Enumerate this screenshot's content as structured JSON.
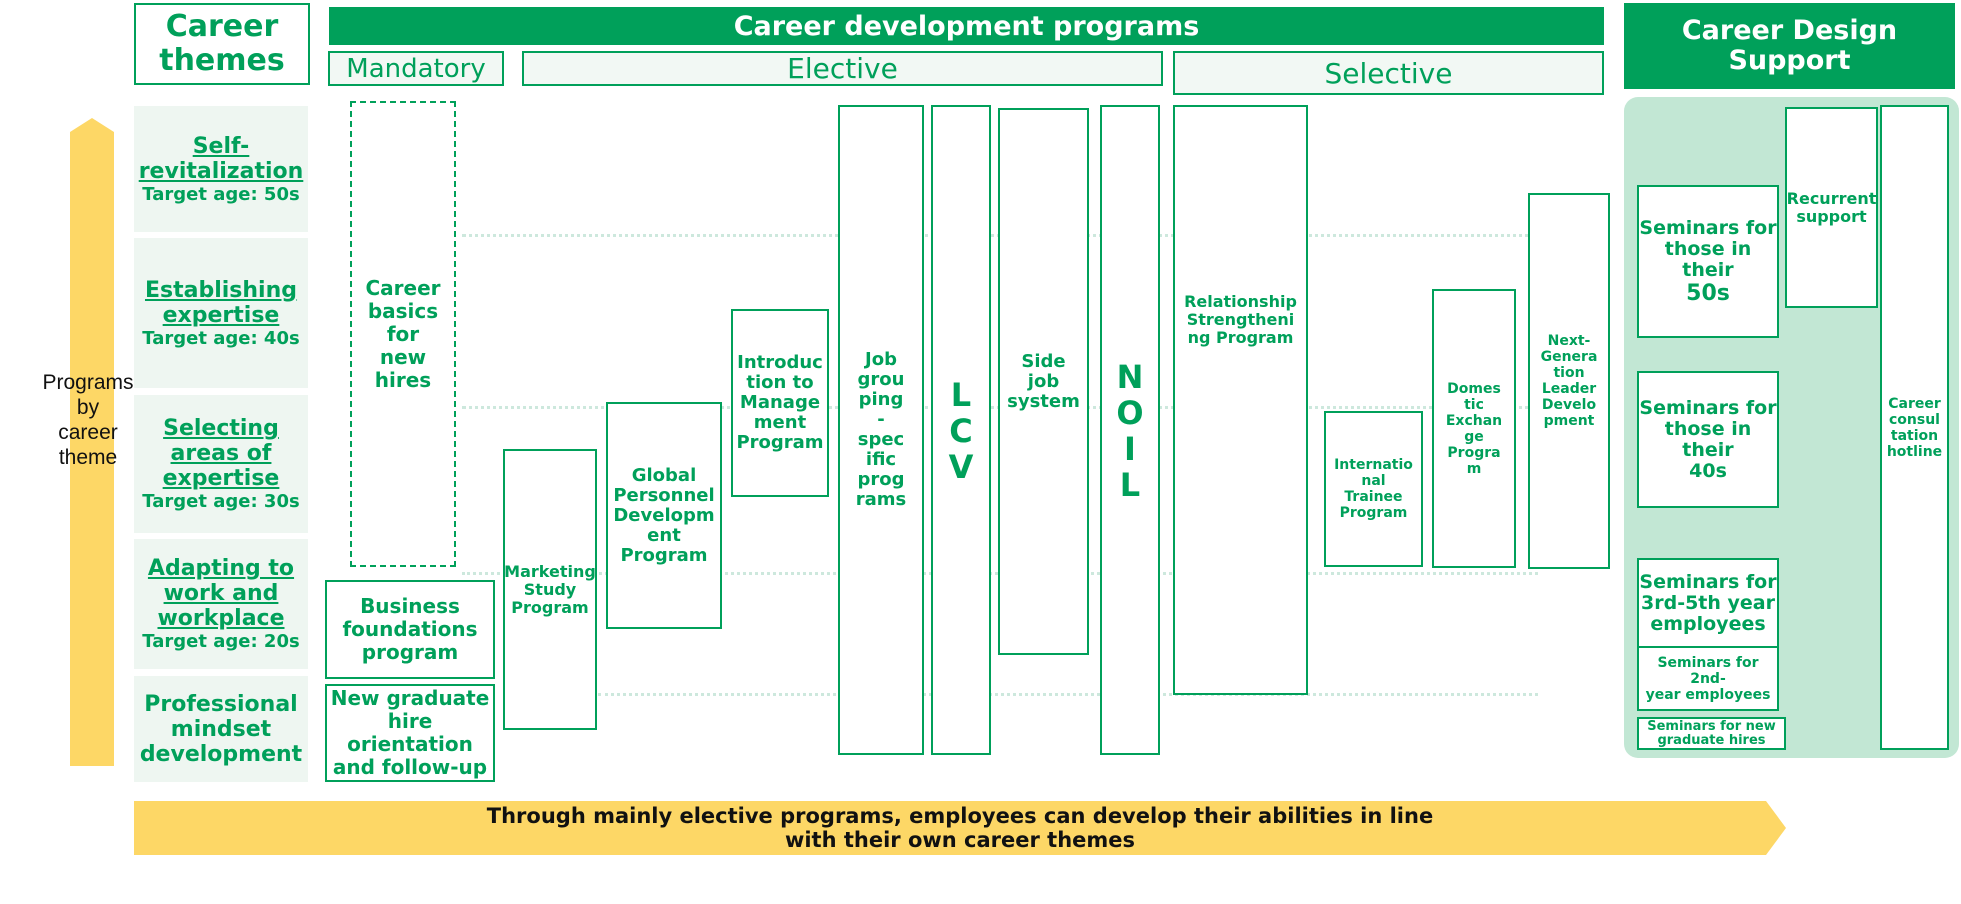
{
  "headers": {
    "career_themes": "Career\nthemes",
    "career_development_programs": "Career development programs",
    "mandatory": "Mandatory",
    "elective": "Elective",
    "selective": "Selective",
    "career_design_support": "Career Design\nSupport"
  },
  "side_label": "Programs\nby\ncareer\ntheme",
  "themes": [
    {
      "name": "Self-\nrevitalization",
      "age": "Target age: 50s"
    },
    {
      "name": "Establishing\nexpertise",
      "age": "Target age: 40s"
    },
    {
      "name": "Selecting\nareas of\nexpertise",
      "age": "Target age: 30s"
    },
    {
      "name": "Adapting to\nwork and\nworkplace",
      "age": "Target age: 20s"
    },
    {
      "name": "Professional\nmindset\ndevelopment",
      "age": ""
    }
  ],
  "mandatory_programs": {
    "career_basics": "Career\nbasics\nfor\nnew\nhires",
    "business_foundations": "Business\nfoundations\nprogram",
    "new_graduate": "New graduate\nhire orientation\nand follow-up"
  },
  "elective_programs": {
    "marketing": "Marketing\nStudy\nProgram",
    "global_personnel": "Global\nPersonnel\nDevelopm\nent\nProgram",
    "intro_management": "Introduc\ntion to\nManage\nment\nProgram",
    "job_grouping": "Job\ngrou\nping\n-\nspec\nific\nprog\nrams",
    "lcv": "LCV",
    "side_job": "Side\njob\nsystem",
    "noil": "NOIL"
  },
  "selective_programs": {
    "relationship": "Relationship\nStrengtheni\nng Program",
    "international": "Internatio\nnal\nTrainee\nProgram",
    "domestic": "Domes\ntic\nExchan\nge\nProgra\nm",
    "next_generation": "Next-\nGenera\ntion\nLeader\nDevelo\npment"
  },
  "career_design": {
    "seminars_50s_a": "Seminars for\nthose in their",
    "seminars_50s_b": "50s",
    "seminars_40s": "Seminars for\nthose in their\n40s",
    "seminars_3rd5th": "Seminars for\n3rd-5th year\nemployees",
    "seminars_2nd": "Seminars for 2nd-\nyear employees",
    "seminars_new": "Seminars for new\ngraduate hires",
    "recurrent": "Recurrent\nsupport",
    "hotline": "Career\nconsul\ntation\nhotline"
  },
  "footer": "Through mainly elective programs, employees can develop their abilities in line\nwith their own career themes",
  "colors": {
    "green": "#00a05a",
    "light_green": "#c2e7d4",
    "pale": "#eef6f1",
    "yellow": "#fdd766"
  }
}
